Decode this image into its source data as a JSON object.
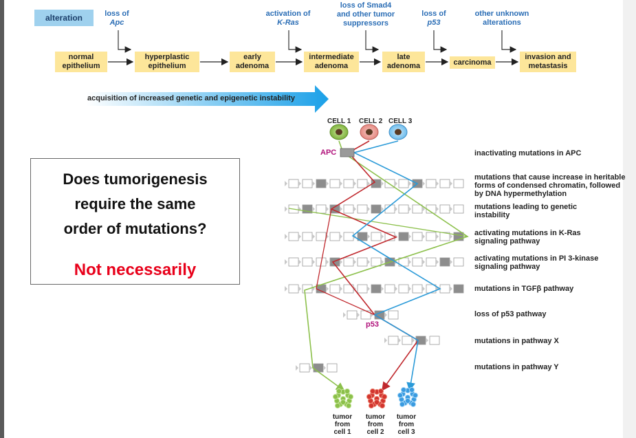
{
  "header": {
    "alteration_label": "alteration",
    "alterations": [
      {
        "id": "apc",
        "l1": "loss of",
        "l2": "Apc"
      },
      {
        "id": "kras",
        "l1": "activation of",
        "l2": "K-Ras"
      },
      {
        "id": "smad4",
        "l1": "loss of Smad4",
        "l2": "and other tumor",
        "l3": "suppressors"
      },
      {
        "id": "p53",
        "l1": "loss of",
        "l2": "p53"
      },
      {
        "id": "other",
        "l1": "other unknown",
        "l2": "alterations"
      }
    ],
    "stages": [
      {
        "id": "normal",
        "l1": "normal",
        "l2": "epithelium"
      },
      {
        "id": "hyperplastic",
        "l1": "hyperplastic",
        "l2": "epithelium"
      },
      {
        "id": "early",
        "l1": "early",
        "l2": "adenoma"
      },
      {
        "id": "intermediate",
        "l1": "intermediate",
        "l2": "adenoma"
      },
      {
        "id": "late",
        "l1": "late",
        "l2": "adenoma"
      },
      {
        "id": "carcinoma",
        "l1": "carcinoma",
        "l2": ""
      },
      {
        "id": "invasion",
        "l1": "invasion and",
        "l2": "metastasis"
      }
    ],
    "acquisition_text": "acquisition of increased genetic and epigenetic instability"
  },
  "question": {
    "l1": "Does tumorigenesis",
    "l2": "require the same",
    "l3": "order of mutations?",
    "answer": "Not necessarily"
  },
  "cells": [
    "CELL 1",
    "CELL 2",
    "CELL 3"
  ],
  "genes": {
    "apc": "APC",
    "p53": "p53"
  },
  "mutations": [
    {
      "l1": "inactivating mutations in APC"
    },
    {
      "l1": "mutations that cause increase in heritable",
      "l2": "forms of condensed chromatin, followed",
      "l3": "by DNA hypermethylation"
    },
    {
      "l1": "mutations leading to genetic",
      "l2": "instability"
    },
    {
      "l1": "activating mutations in K-Ras",
      "l2": "signaling pathway"
    },
    {
      "l1": "activating mutations in PI 3-kinase",
      "l2": "signaling pathway"
    },
    {
      "l1": "mutations in TGFβ pathway"
    },
    {
      "l1": "loss of p53 pathway"
    },
    {
      "l1": "mutations in pathway X"
    },
    {
      "l1": "mutations in pathway Y"
    }
  ],
  "tumors": [
    {
      "l1": "tumor",
      "l2": "from",
      "l3": "cell 1"
    },
    {
      "l1": "tumor",
      "l2": "from",
      "l3": "cell 2"
    },
    {
      "l1": "tumor",
      "l2": "from",
      "l3": "cell 3"
    }
  ],
  "colors": {
    "cell1": "#8cc04b",
    "cell2": "#c0282d",
    "cell3": "#2a9ad8",
    "stage": "#fde69a",
    "answer": "#e8001a"
  }
}
